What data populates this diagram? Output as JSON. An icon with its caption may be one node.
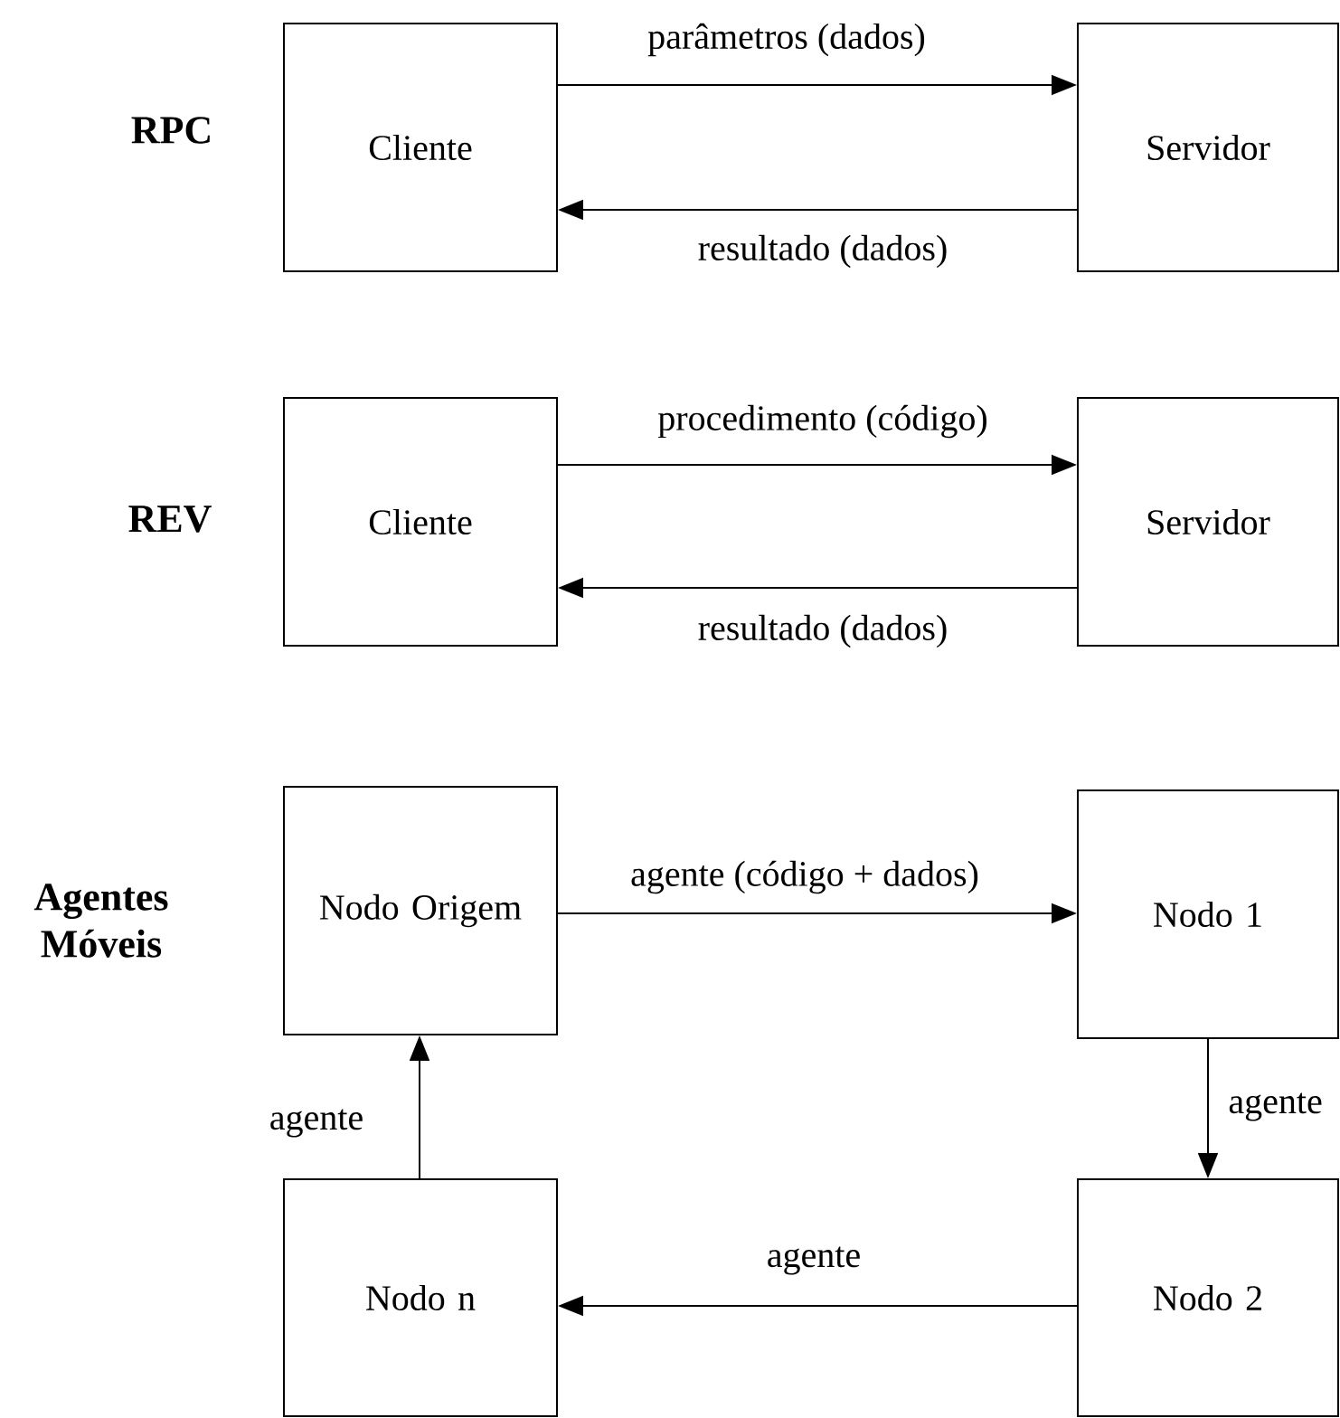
{
  "diagram": {
    "nodes": [
      {
        "text": [
          "Cliente"
        ]
      },
      {
        "text": [
          "Servidor"
        ]
      },
      {
        "text": [
          "Cliente"
        ]
      },
      {
        "text": [
          "Servidor"
        ]
      },
      {
        "text": [
          "Nodo Origem"
        ]
      },
      {
        "text": [
          "Nodo 1"
        ]
      },
      {
        "text": [
          "Nodo 2"
        ]
      },
      {
        "text": [
          "Nodo n"
        ]
      }
    ],
    "edges": [
      {
        "from": 0,
        "to": 1,
        "arrow": "to",
        "label": "parâmetros (dados)"
      },
      {
        "from": 1,
        "to": 0,
        "arrow": "to",
        "label": "resultado (dados)"
      },
      {
        "from": 2,
        "to": 3,
        "arrow": "to",
        "label": "procedimento (código)"
      },
      {
        "from": 3,
        "to": 2,
        "arrow": "to",
        "label": "resultado (dados)"
      },
      {
        "from": 4,
        "to": 5,
        "arrow": "to",
        "label": "agente (código + dados)"
      },
      {
        "from": 5,
        "to": 6,
        "arrow": "to",
        "label": "agente"
      },
      {
        "from": 6,
        "to": 7,
        "arrow": "to",
        "label": "agente"
      },
      {
        "from": 7,
        "to": 4,
        "arrow": "to",
        "label": "agente"
      }
    ],
    "labels": [
      "RPC",
      "REV",
      "Agentes Móveis"
    ]
  }
}
